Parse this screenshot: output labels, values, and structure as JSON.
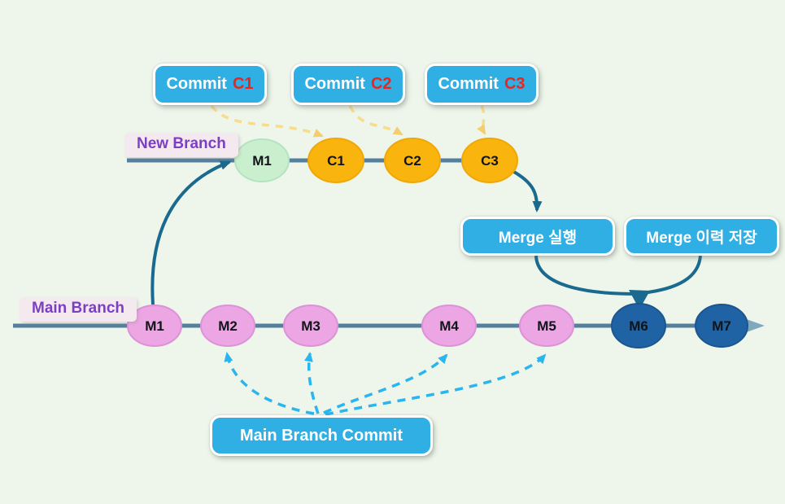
{
  "diagram_title": "git-branch-merge-diagram",
  "colors": {
    "background": "#eef5ea",
    "callout_blue": "#2fafe3",
    "callout_border": "#ffffff",
    "commit_code_red": "#e8251e",
    "branch_label_purple": "#7b40c1",
    "branch_label_bg": "#f5e9f0",
    "branch_line": "#54809e",
    "solid_arrow": "#1a6a90",
    "dashed_yellow": "#f7dc8e",
    "dashed_yellow_head": "#f3cd6e",
    "dashed_blue": "#29b5ef",
    "node_green": "#c9efcf",
    "node_amber": "#f9b40d",
    "node_pink": "#eba6e3",
    "node_navy": "#2063a4",
    "line_arrowhead": "#7fa9bf"
  },
  "commit_callouts": [
    {
      "label": "Commit",
      "code": "C1"
    },
    {
      "label": "Commit",
      "code": "C2"
    },
    {
      "label": "Commit",
      "code": "C3"
    }
  ],
  "branch_labels": {
    "new_branch": "New Branch",
    "main_branch": "Main Branch"
  },
  "nodes": {
    "new_branch": [
      {
        "label": "M1",
        "type": "green"
      },
      {
        "label": "C1",
        "type": "amber"
      },
      {
        "label": "C2",
        "type": "amber"
      },
      {
        "label": "C3",
        "type": "amber"
      }
    ],
    "main_branch": [
      {
        "label": "M1",
        "type": "pink"
      },
      {
        "label": "M2",
        "type": "pink"
      },
      {
        "label": "M3",
        "type": "pink"
      },
      {
        "label": "M4",
        "type": "pink"
      },
      {
        "label": "M5",
        "type": "pink"
      },
      {
        "label": "M6",
        "type": "navy"
      },
      {
        "label": "M7",
        "type": "navy"
      }
    ]
  },
  "merge_callouts": [
    {
      "label": "Merge 실행"
    },
    {
      "label": "Merge 이력 저장"
    }
  ],
  "bottom_callout": {
    "label": "Main Branch Commit"
  }
}
